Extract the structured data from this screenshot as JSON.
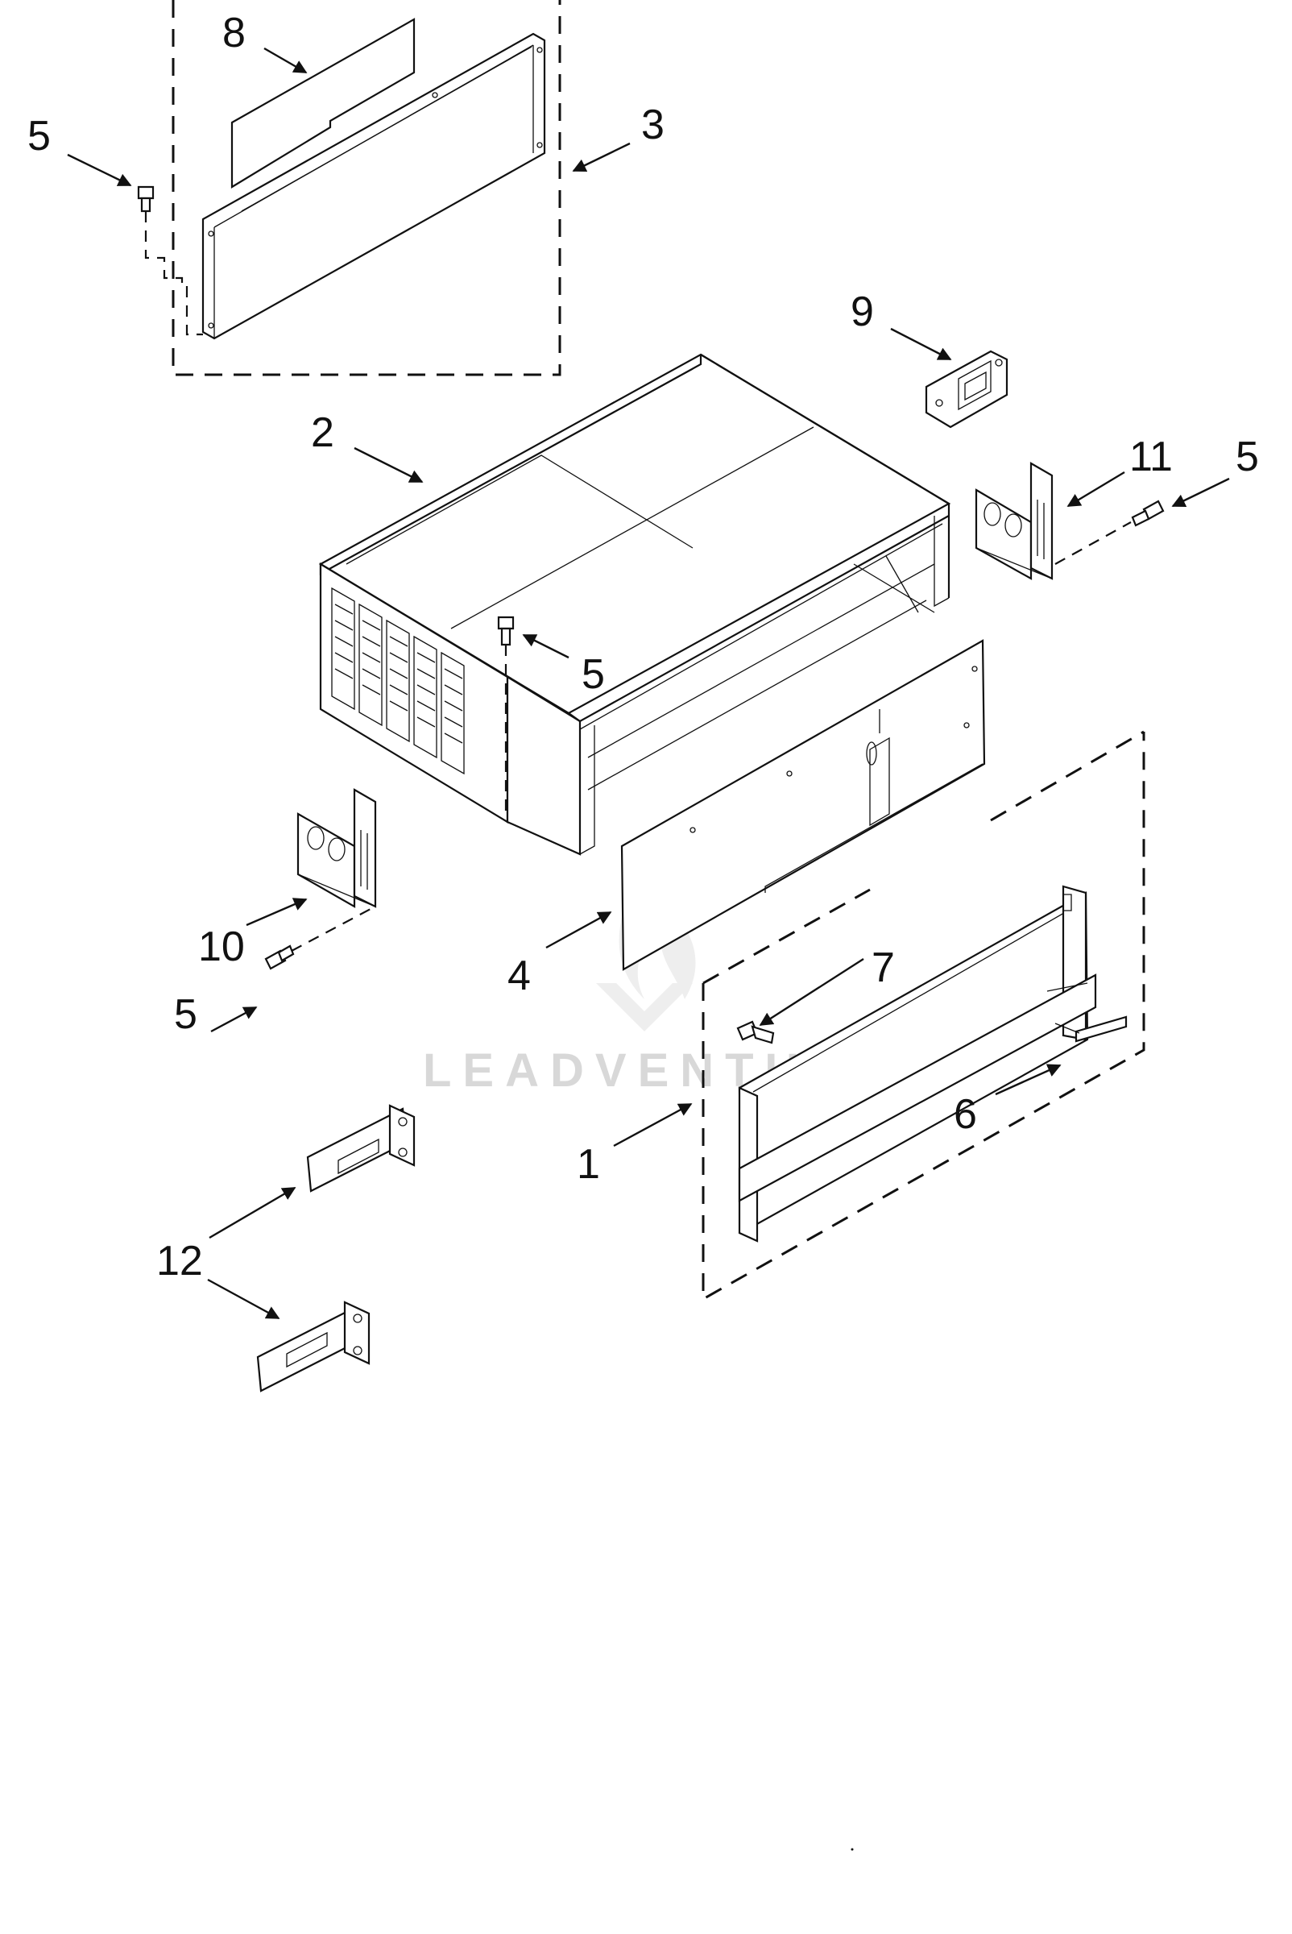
{
  "callouts": {
    "c1": "1",
    "c2": "2",
    "c3": "3",
    "c4": "4",
    "c5_top_left": "5",
    "c5_center": "5",
    "c5_right": "5",
    "c5_bottom_left": "5",
    "c6": "6",
    "c7": "7",
    "c8": "8",
    "c9": "9",
    "c10": "10",
    "c11": "11",
    "c12": "12"
  },
  "watermark": "LEADVENTURE",
  "colors": {
    "line": "#111111",
    "background": "#ffffff",
    "watermark": "#d8d8d8"
  }
}
